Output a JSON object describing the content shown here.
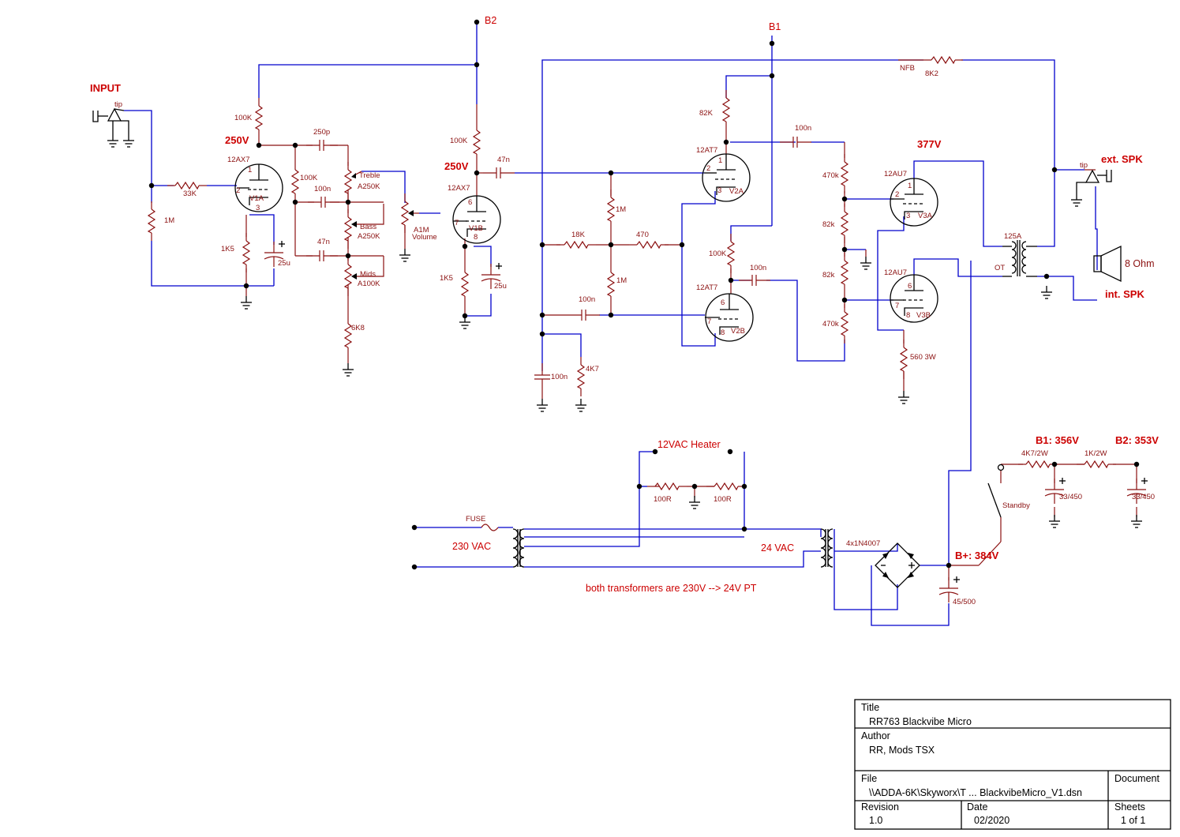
{
  "schematic": {
    "net_labels": {
      "b1": "B1",
      "b2": "B2",
      "nfb": "NFB"
    },
    "headings": {
      "input": "INPUT",
      "v_250_a": "250V",
      "v_250_b": "250V",
      "v_377": "377V",
      "ext_spk": "ext. SPK",
      "int_spk": "int. SPK",
      "b1_v": "B1: 356V",
      "b2_v": "B2: 353V",
      "bplus_v": "B+: 384V"
    },
    "texts": {
      "heater": "12VAC Heater",
      "vac230": "230 VAC",
      "vac24": "24 VAC",
      "note": "both transformers are 230V --> 24V PT",
      "ohm8": "8 Ohm"
    },
    "parts": {
      "tip1": "tip",
      "tip2": "tip",
      "r100k_a": "100K",
      "r33k": "33K",
      "r1m_in": "1M",
      "r1k5_a": "1K5",
      "c25u_a": "25u",
      "c250p": "250p",
      "r100k_b": "100K",
      "c100n_a": "100n",
      "c47n_a": "47n",
      "treble": "Treble",
      "a250k_t": "A250K",
      "bass": "Bass",
      "a250k_b": "A250K",
      "mids": "Mids",
      "a100k": "A100K",
      "r6k8": "6K8",
      "a1m": "A1M",
      "volume": "Volume",
      "r100k_c": "100K",
      "c47n_b": "47n",
      "r1k5_b": "1K5",
      "c25u_b": "25u",
      "r82k_a": "82K",
      "c100n_b": "100n",
      "r1m_a": "1M",
      "r18k": "18K",
      "r470": "470",
      "r1m_b": "1M",
      "c100n_c": "100n",
      "r100k_d": "100K",
      "c100n_d": "100n",
      "c100n_e": "100n",
      "r4k7": "4K7",
      "r470k_a": "470k",
      "r82k_b": "82k",
      "r82k_c": "82k",
      "r470k_b": "470k",
      "r560": "560 3W",
      "r8k2": "8K2",
      "ot": "OT",
      "ot125a": "125A",
      "fuse": "FUSE",
      "r100r_a": "100R",
      "r100r_b": "100R",
      "bridge": "4x1N4007",
      "c45": "45/500",
      "r4k7_2w": "4K7/2W",
      "r1k_2w": "1K/2W",
      "c33_a": "33/450",
      "c33_b": "33/450",
      "standby": "Standby"
    },
    "tubes": {
      "v1a": {
        "type": "12AX7",
        "name": "V1A",
        "p": "1",
        "g": "2",
        "k": "3"
      },
      "v1b": {
        "type": "12AX7",
        "name": "V1B",
        "p": "6",
        "g": "7",
        "k": "8"
      },
      "v2a": {
        "type": "12AT7",
        "name": "V2A",
        "p": "1",
        "g": "2",
        "k": "3"
      },
      "v2b": {
        "type": "12AT7",
        "name": "V2B",
        "p": "6",
        "g": "7",
        "k": "8"
      },
      "v3a": {
        "type": "12AU7",
        "name": "V3A",
        "p": "1",
        "g": "2",
        "k": "3"
      },
      "v3b": {
        "type": "12AU7",
        "name": "V3B",
        "p": "6",
        "g": "7",
        "k": "8"
      }
    }
  },
  "title_block": {
    "title_label": "Title",
    "title": "RR763 Blackvibe Micro",
    "author_label": "Author",
    "author": "RR, Mods TSX",
    "file_label": "File",
    "file": "\\\\ADDA-6K\\Skyworx\\T ... BlackvibeMicro_V1.dsn",
    "document_label": "Document",
    "revision_label": "Revision",
    "revision": "1.0",
    "date_label": "Date",
    "date": "02/2020",
    "sheets_label": "Sheets",
    "sheets": "1 of 1"
  }
}
